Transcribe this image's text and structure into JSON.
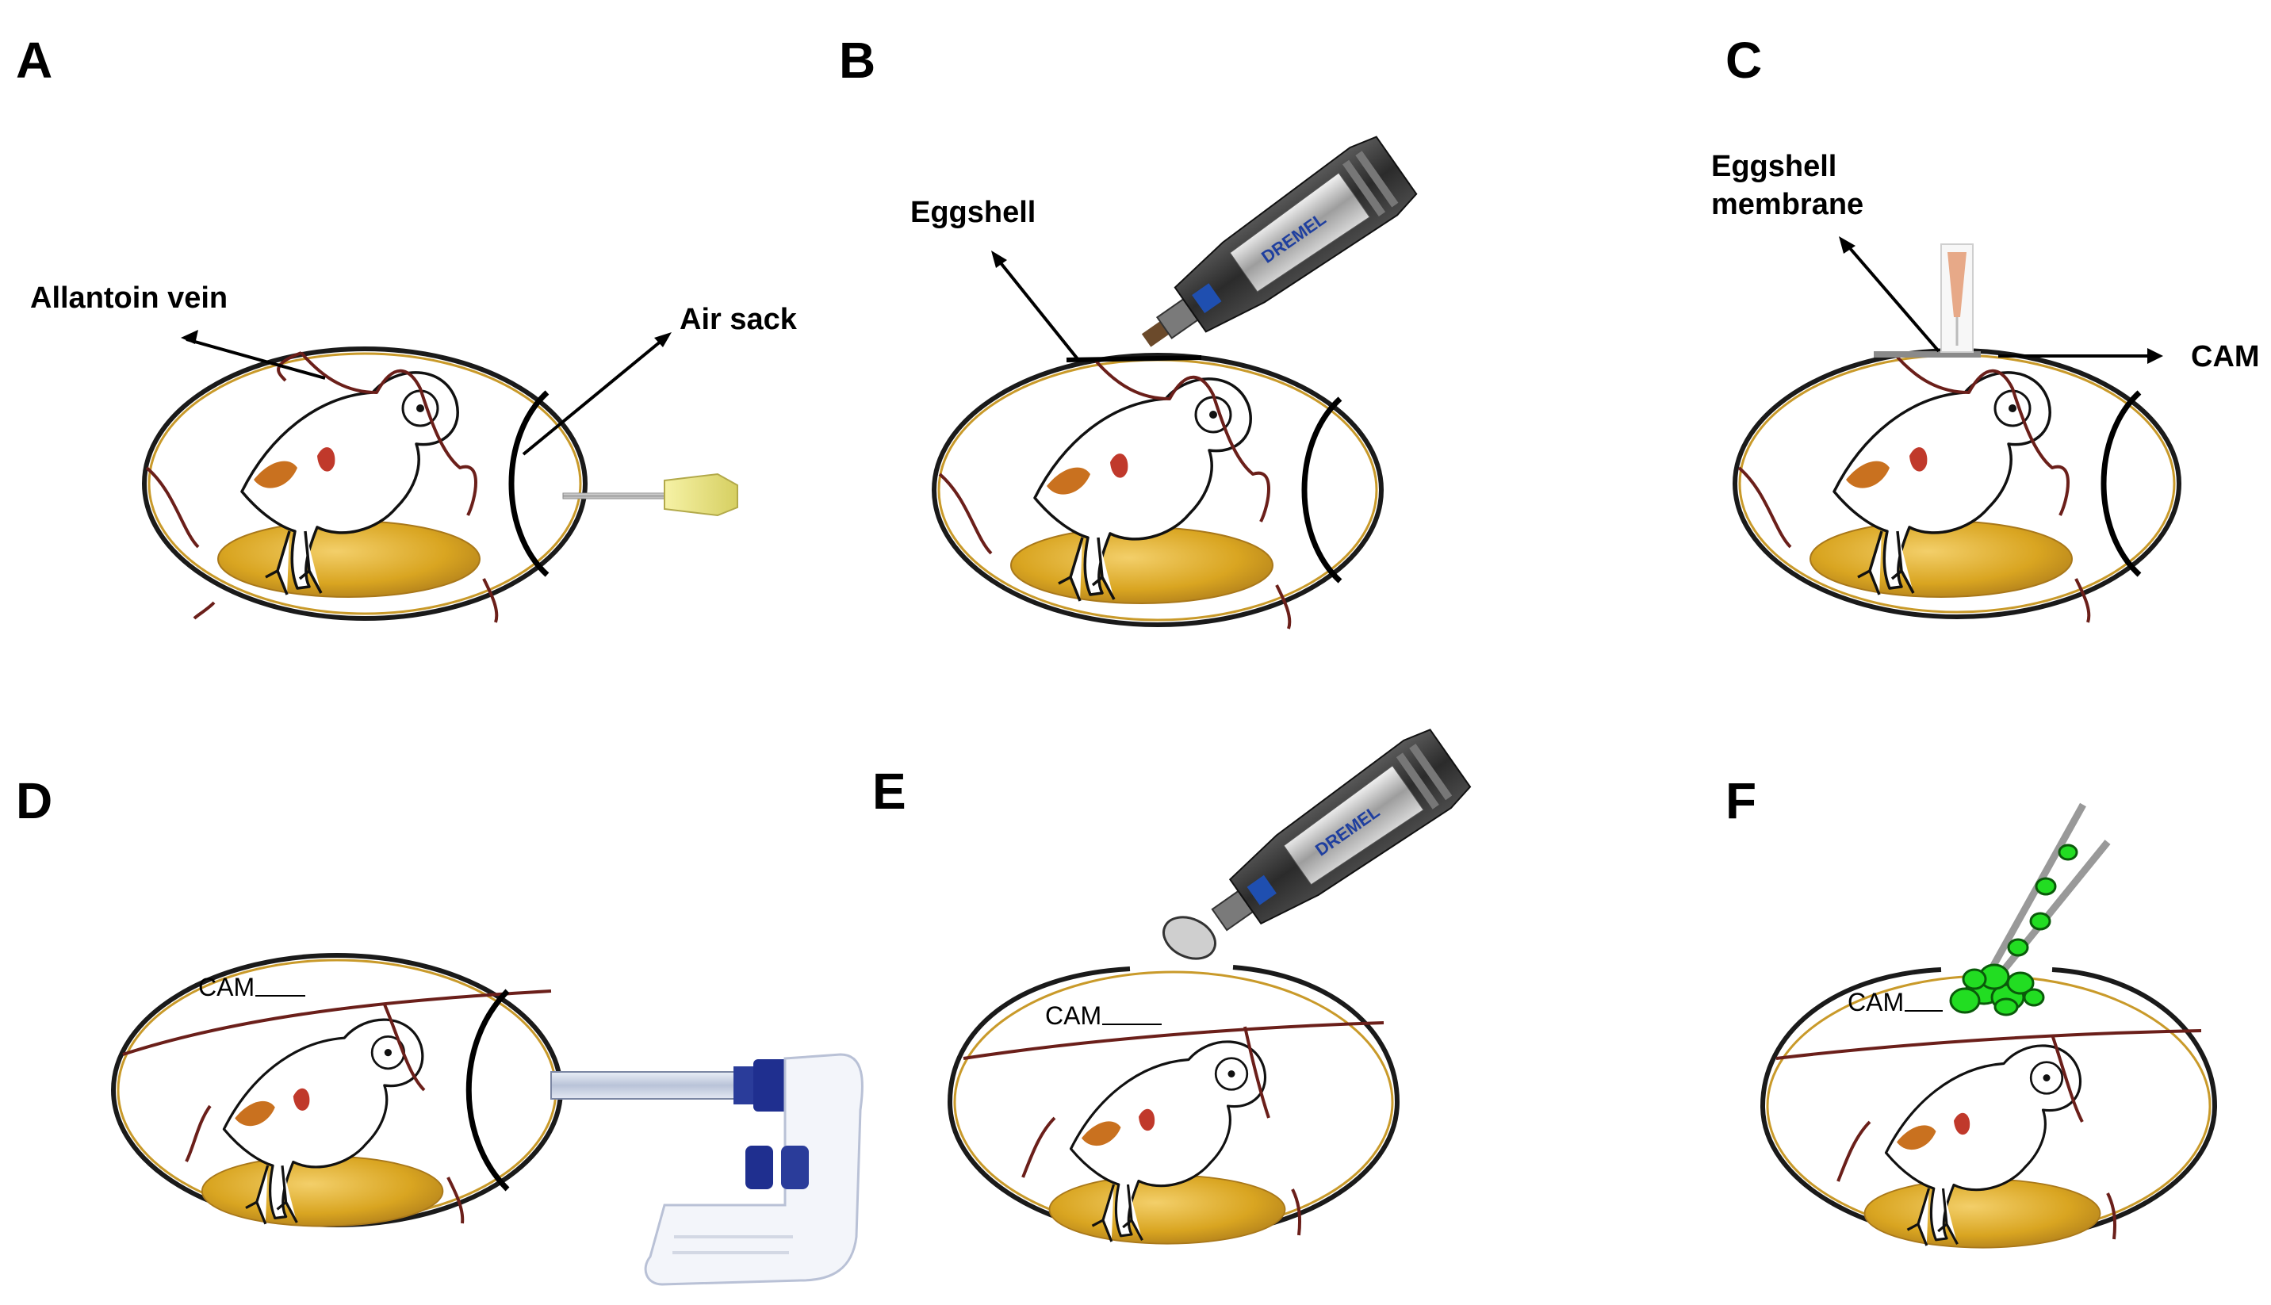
{
  "panels": {
    "A": {
      "letter": "A",
      "label_vein": "Allantoin vein",
      "label_air": "Air sack"
    },
    "B": {
      "letter": "B",
      "label_shell": "Eggshell",
      "tool_brand": "DREMEL"
    },
    "C": {
      "letter": "C",
      "label_membrane_1": "Eggshell",
      "label_membrane_2": "membrane",
      "label_cam": "CAM"
    },
    "D": {
      "letter": "D",
      "label_cam": "CAM"
    },
    "E": {
      "letter": "E",
      "label_cam": "CAM",
      "tool_brand": "DREMEL"
    },
    "F": {
      "letter": "F",
      "label_cam": "CAM"
    }
  },
  "colors": {
    "shell": "#1a1a1a",
    "vein": "#6b1f1a",
    "yolk": "#d9a521",
    "organ_orange": "#c9711f",
    "organ_red": "#c0392b",
    "cells": "#22dd22",
    "pipette_blue": "#1f2f8f"
  }
}
